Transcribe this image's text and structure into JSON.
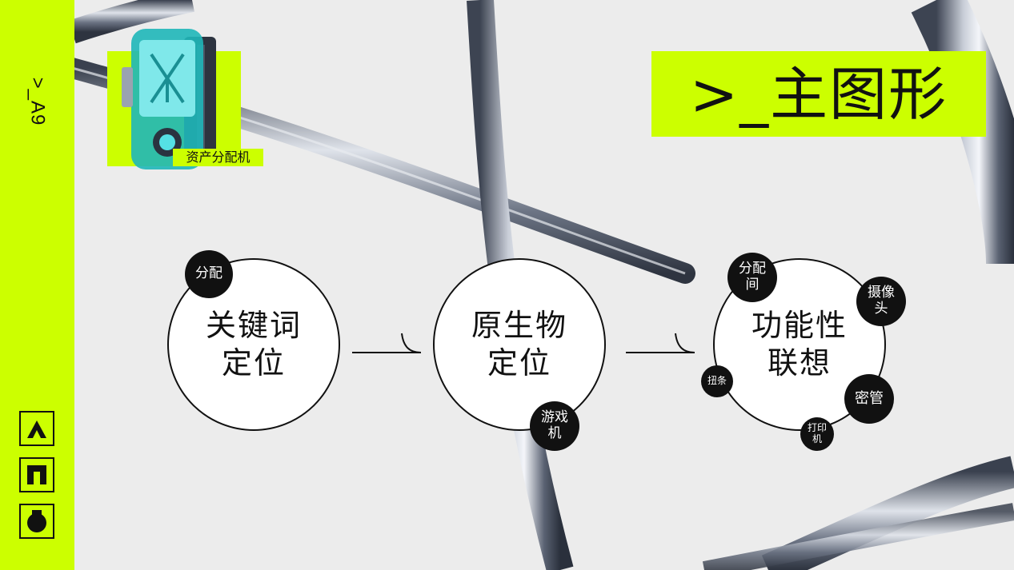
{
  "sidebar": {
    "label": ">_A9",
    "icons": [
      "triangle-icon",
      "bracket-square-icon",
      "circle-notch-icon"
    ],
    "accent": "#ccff00"
  },
  "thumbnail": {
    "icon": "device-render-icon",
    "caption": "资产分配机"
  },
  "title": ">_主图形",
  "flow": {
    "nodes": [
      {
        "text": "关键词\n定位",
        "badges": [
          "分配"
        ]
      },
      {
        "text": "原生物\n定位",
        "badges": [
          "游戏\n机"
        ]
      },
      {
        "text": "功能性\n联想",
        "badges": [
          "分配\n间",
          "摄像\n头",
          "扭条",
          "密管",
          "打印\n机"
        ]
      }
    ]
  },
  "colors": {
    "accent": "#ccff00",
    "ink": "#111111",
    "background": "#ececec"
  }
}
